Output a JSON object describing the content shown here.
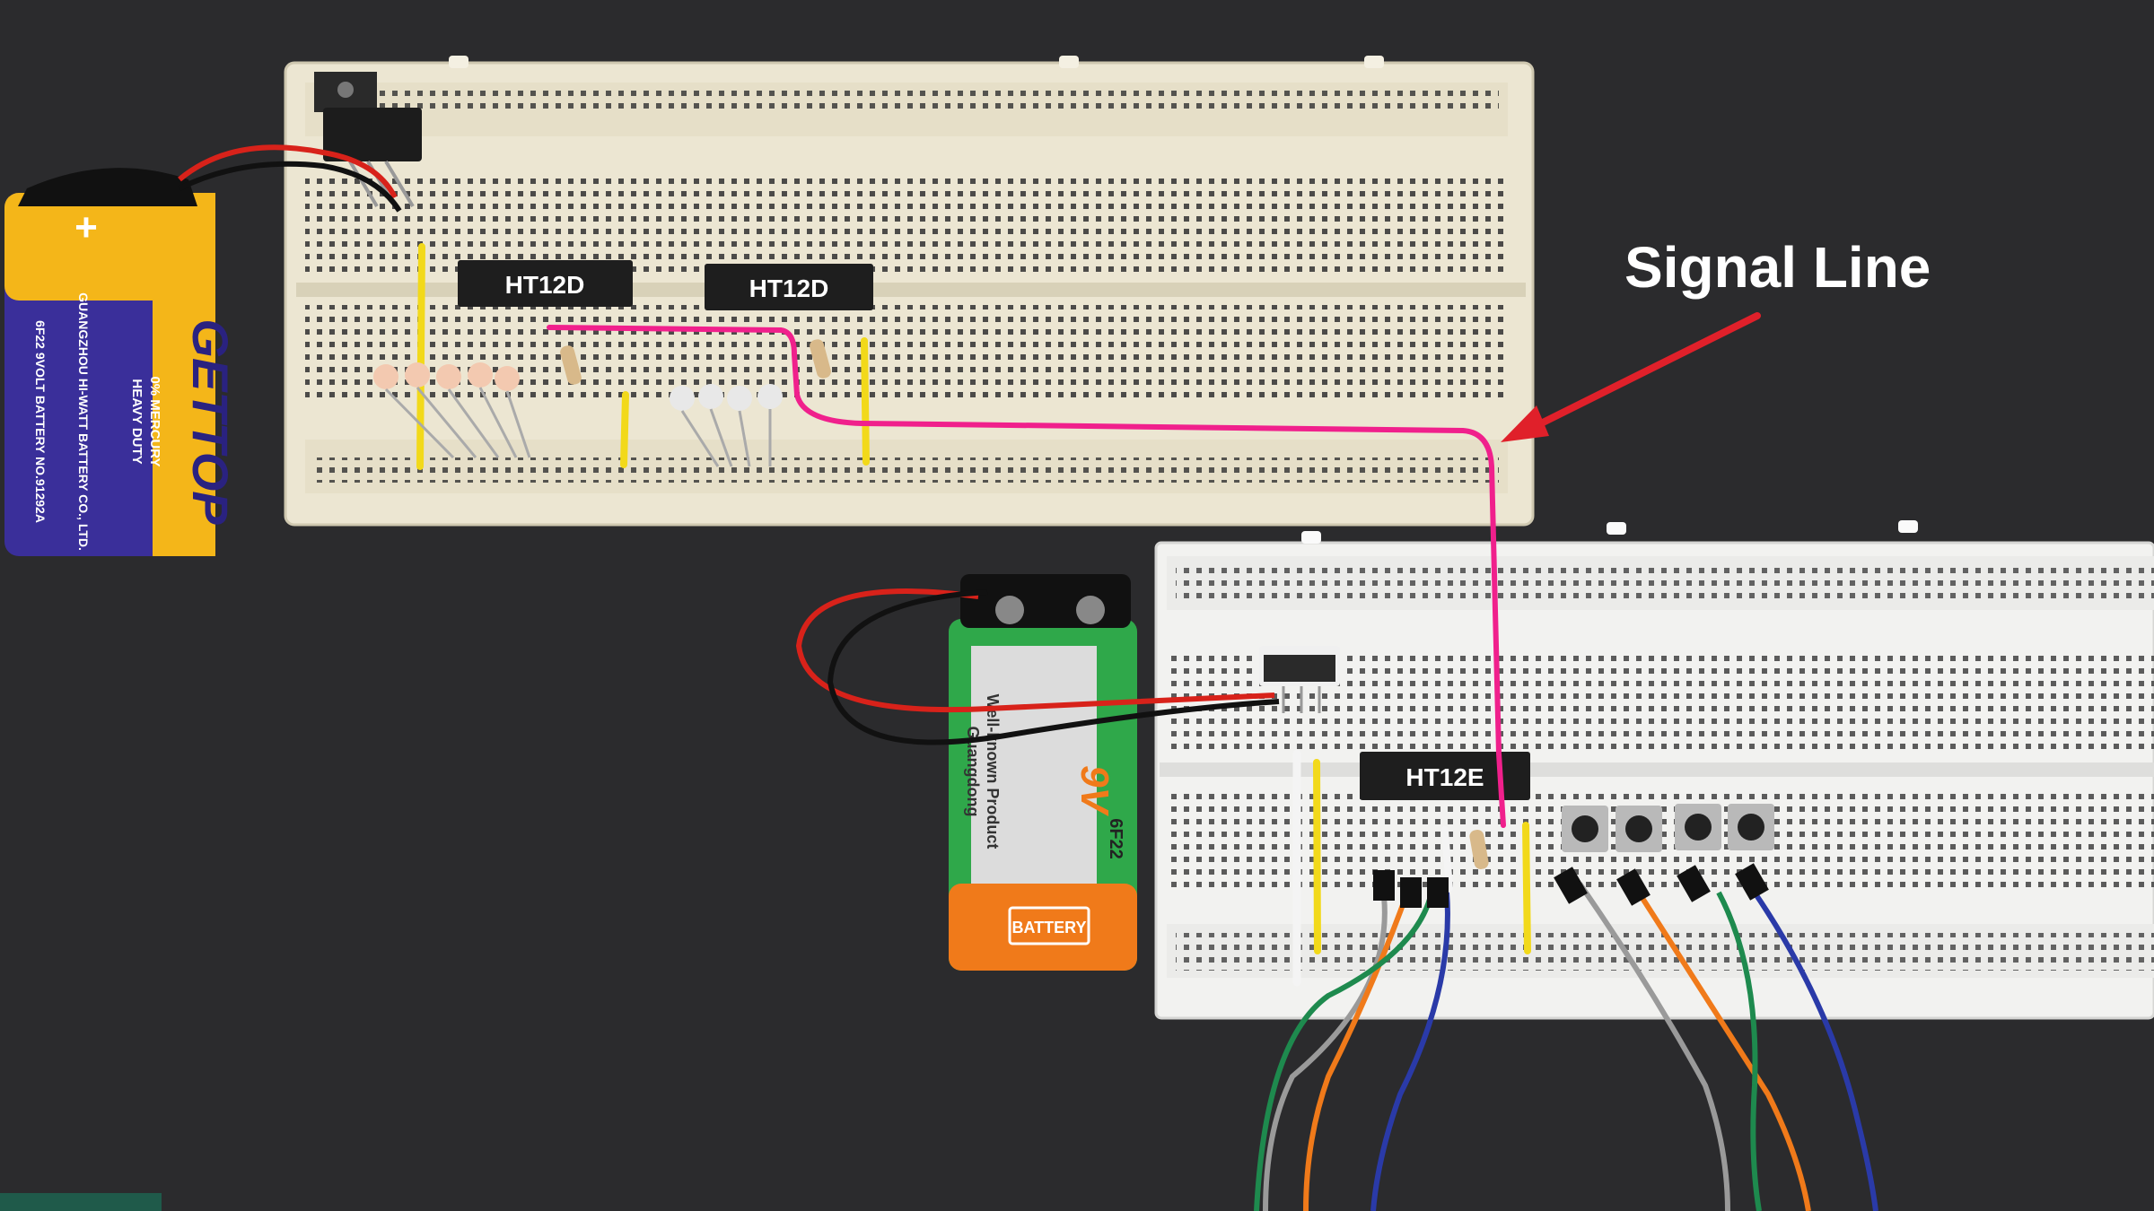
{
  "annotation": {
    "label": "Signal Line",
    "arrow_color": "#e0202a",
    "line_color": "#f0208c"
  },
  "receiver": {
    "chips": [
      {
        "label": "HT12D"
      },
      {
        "label": "HT12D"
      }
    ]
  },
  "transmitter": {
    "chip": {
      "label": "HT12E"
    }
  },
  "battery_left": {
    "brand": "GETTOP",
    "text_1": "0% MERCURY",
    "text_2": "HEAVY DUTY",
    "text_3": "GUANGZHOU HI-WATT BATTERY CO., LTD.",
    "text_4": "6F22 9VOLT BATTERY NO.91292A",
    "plus": "+"
  },
  "battery_right": {
    "voltage": "9V",
    "model": "6F22",
    "label": "BATTERY",
    "text_1": "Well-known Product",
    "text_2": "Guangdong"
  },
  "colors": {
    "background": "#2b2b2d",
    "breadboard_left": "#ece6d2",
    "breadboard_right": "#f2f2f0",
    "chip": "#1e1e1e",
    "battery_left_blue": "#3a2f9a",
    "battery_left_yellow": "#f4b619",
    "battery_right_green": "#2fa84a",
    "battery_right_orange": "#f07a1a"
  }
}
